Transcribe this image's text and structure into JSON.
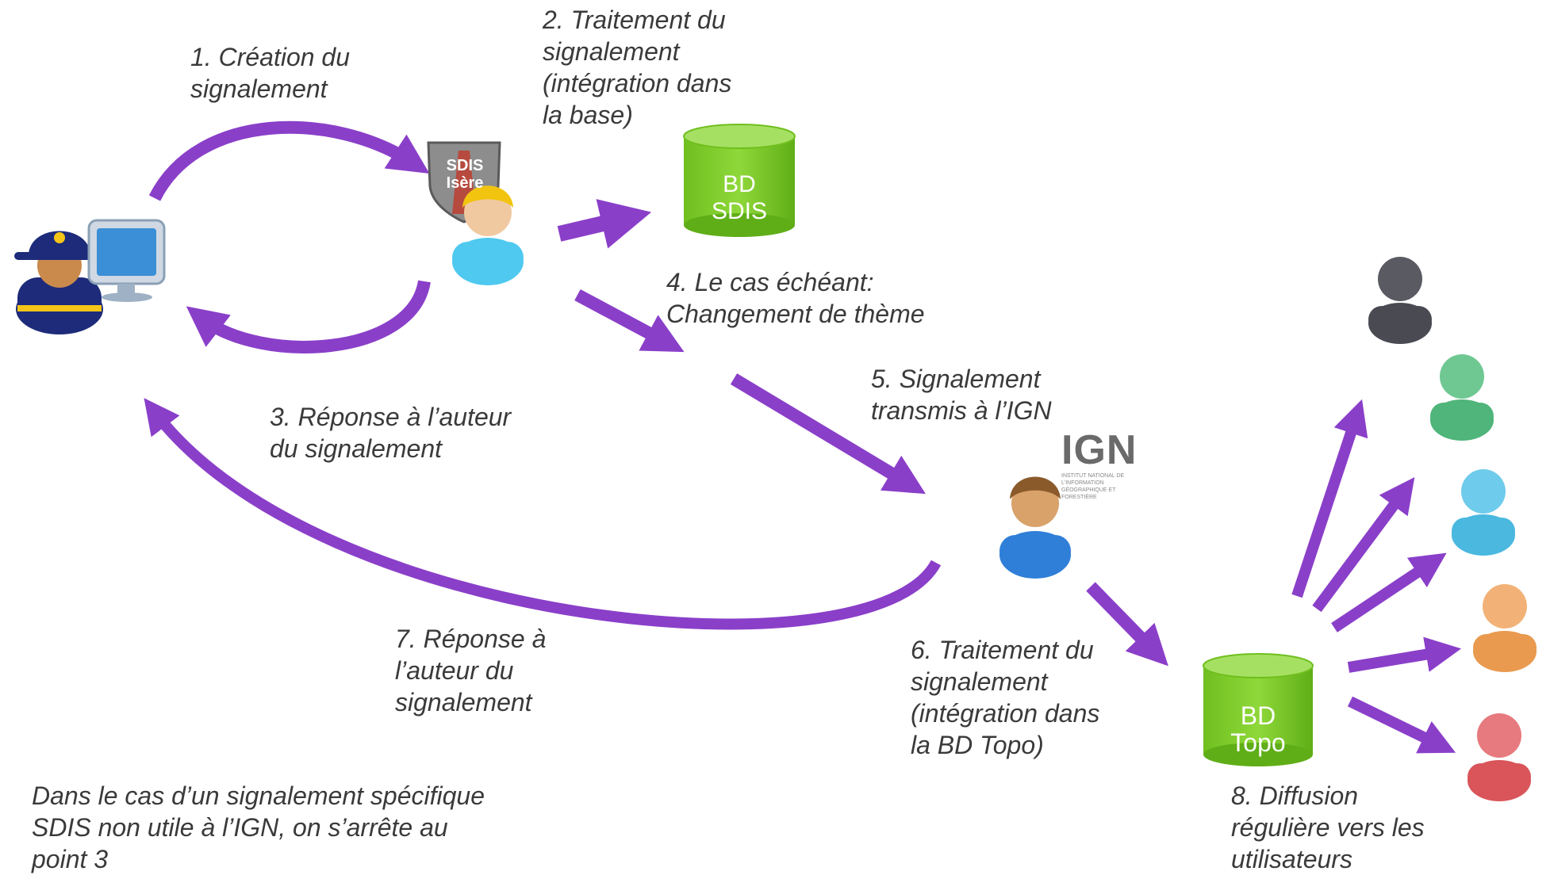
{
  "steps": {
    "s1": "1. Création du\nsignalement",
    "s2": "2. Traitement du\nsignalement\n(intégration dans\nla base)",
    "s3": "3. Réponse à l’auteur\ndu signalement",
    "s4": "4. Le cas échéant:\nChangement de thème",
    "s5": "5. Signalement\ntransmis à l’IGN",
    "s6": "6. Traitement du\nsignalement\n(intégration dans\nla BD Topo)",
    "s7": "7. Réponse à\nl’auteur du\nsignalement",
    "s8": "8. Diffusion\nrégulière vers les\nutilisateurs"
  },
  "note": "Dans le cas d’un signalement spécifique\nSDIS non utile à l’IGN, on s’arrête au\npoint 3",
  "databases": {
    "sdis": {
      "line1": "BD",
      "line2": "SDIS"
    },
    "topo": {
      "line1": "BD",
      "line2": "Topo"
    }
  },
  "logos": {
    "sdis": "SDIS Isère",
    "ign": "IGN",
    "ign_sub": "INSTITUT NATIONAL DE L'INFORMATION GÉOGRAPHIQUE ET FORESTIÈRE"
  },
  "colors": {
    "arrow": "#8a3fc9",
    "db_green": "#7ccc2a",
    "text": "#3a3a3a"
  },
  "icons": [
    "firefighter-icon",
    "computer-monitor-icon",
    "sdis-shield-icon",
    "sdis-operator-icon",
    "database-icon",
    "ign-operator-icon",
    "ign-logo-icon",
    "user-icon"
  ]
}
